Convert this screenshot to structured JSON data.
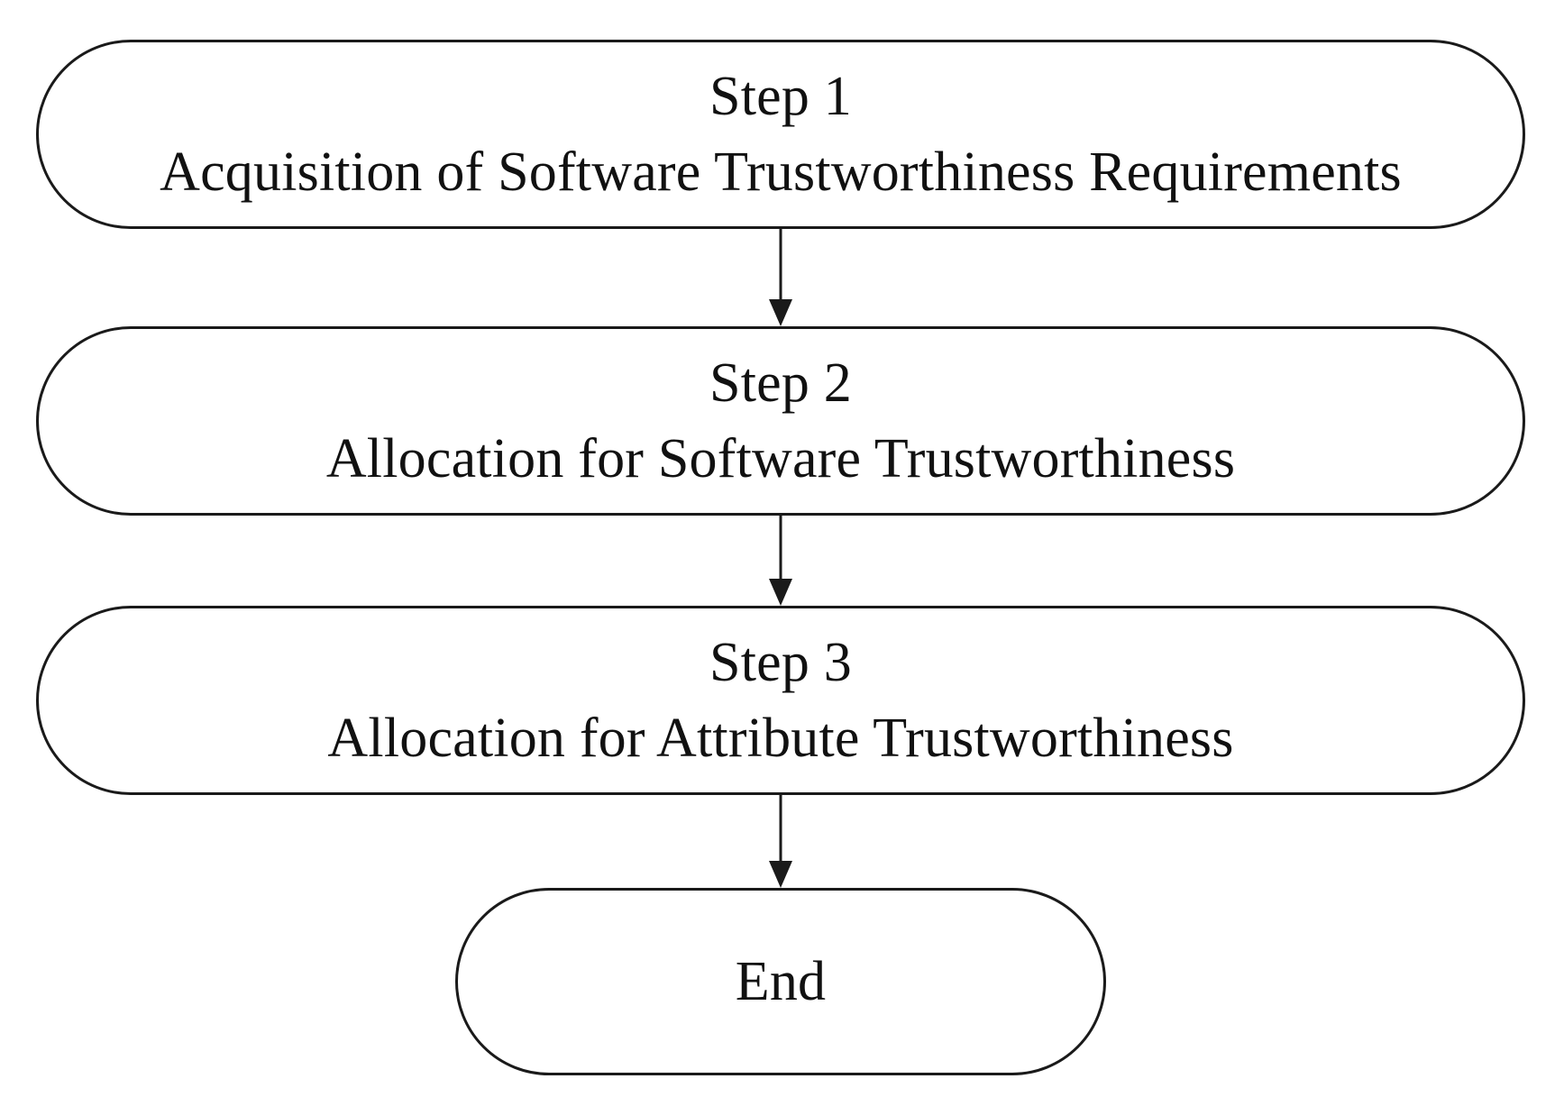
{
  "flowchart": {
    "steps": [
      {
        "heading": "Step 1",
        "description": "Acquisition of Software Trustworthiness Requirements"
      },
      {
        "heading": "Step 2",
        "description": "Allocation for Software Trustworthiness"
      },
      {
        "heading": "Step 3",
        "description": "Allocation for Attribute Trustworthiness"
      }
    ],
    "end": {
      "label": "End"
    },
    "colors": {
      "stroke": "#1a1a1a",
      "fill": "#ffffff",
      "text": "#111111"
    }
  }
}
